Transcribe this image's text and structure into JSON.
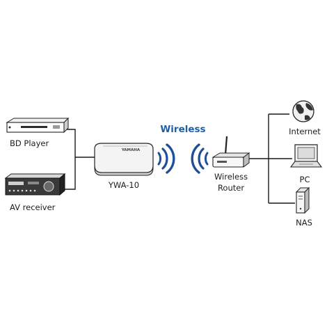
{
  "diagram": {
    "title": "Wireless",
    "accent_color": "#1f5fa6",
    "wave_color": "#1f4f9a",
    "nodes": {
      "bd_player": {
        "label": "BD Player",
        "icon": "bd-player-icon"
      },
      "av_receiver": {
        "label": "AV receiver",
        "icon": "av-receiver-icon"
      },
      "ywa10": {
        "label": "YWA-10",
        "brand": "YAMAHA",
        "icon": "wireless-adapter-icon"
      },
      "router": {
        "label_line1": "Wireless",
        "label_line2": "Router",
        "icon": "wireless-router-icon"
      },
      "internet": {
        "label": "Internet",
        "icon": "globe-icon"
      },
      "pc": {
        "label": "PC",
        "icon": "pc-icon"
      },
      "nas": {
        "label": "NAS",
        "icon": "nas-icon"
      }
    },
    "edges": [
      {
        "from": "bd_player",
        "to": "ywa10",
        "type": "wired"
      },
      {
        "from": "av_receiver",
        "to": "ywa10",
        "type": "wired"
      },
      {
        "from": "ywa10",
        "to": "router",
        "type": "wireless"
      },
      {
        "from": "router",
        "to": "internet",
        "type": "wired"
      },
      {
        "from": "router",
        "to": "pc",
        "type": "wired"
      },
      {
        "from": "router",
        "to": "nas",
        "type": "wired"
      }
    ]
  }
}
